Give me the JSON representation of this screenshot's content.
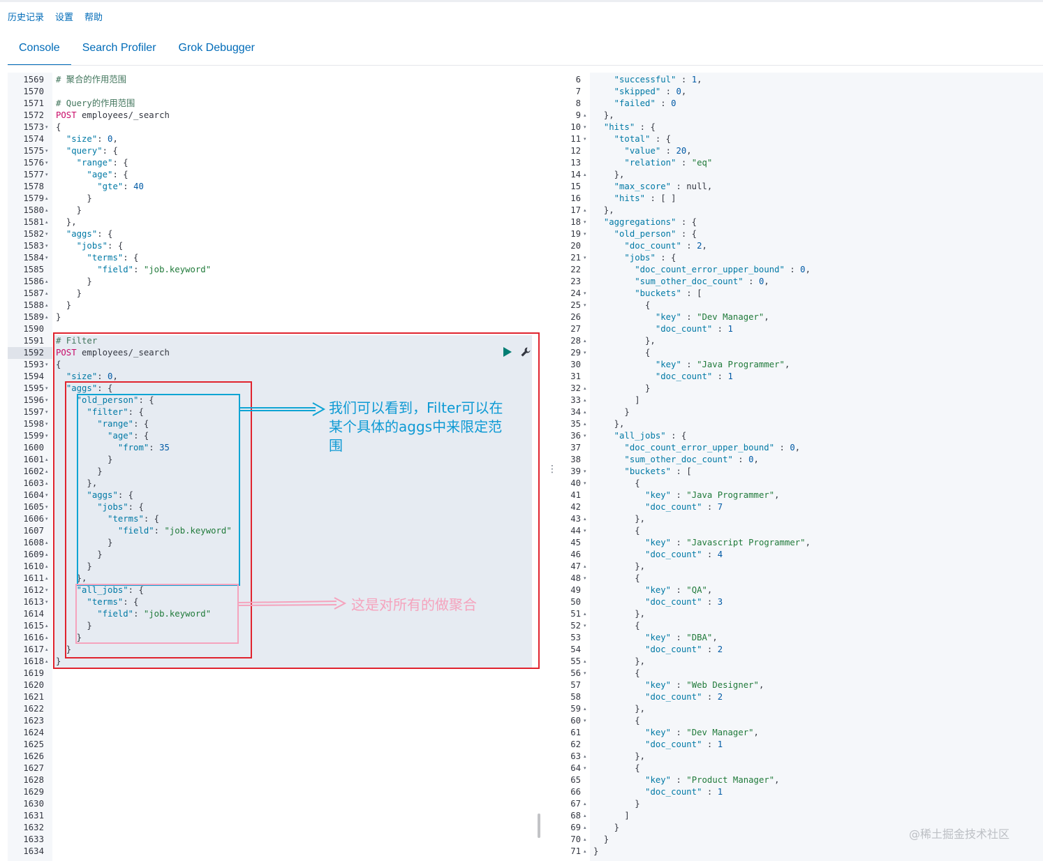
{
  "menu": [
    "历史记录",
    "设置",
    "帮助"
  ],
  "tabs": [
    {
      "label": "Console",
      "active": true
    },
    {
      "label": "Search Profiler",
      "active": false
    },
    {
      "label": "Grok Debugger",
      "active": false
    }
  ],
  "left_start_line": 1569,
  "left_lines": [
    [
      [
        "c-comment",
        "# 聚合的作用范围"
      ]
    ],
    [],
    [
      [
        "c-comment",
        "# Query的作用范围"
      ]
    ],
    [
      [
        "c-method",
        "POST"
      ],
      [
        "c-plain",
        " employees/_search"
      ]
    ],
    [
      [
        "c-plain",
        "{"
      ]
    ],
    [
      [
        "c-plain",
        "  "
      ],
      [
        "c-key",
        "\"size\""
      ],
      [
        "c-plain",
        ": "
      ],
      [
        "c-num",
        "0"
      ],
      [
        "c-plain",
        ","
      ]
    ],
    [
      [
        "c-plain",
        "  "
      ],
      [
        "c-key",
        "\"query\""
      ],
      [
        "c-plain",
        ": {"
      ]
    ],
    [
      [
        "c-plain",
        "    "
      ],
      [
        "c-key",
        "\"range\""
      ],
      [
        "c-plain",
        ": {"
      ]
    ],
    [
      [
        "c-plain",
        "      "
      ],
      [
        "c-key",
        "\"age\""
      ],
      [
        "c-plain",
        ": {"
      ]
    ],
    [
      [
        "c-plain",
        "        "
      ],
      [
        "c-key",
        "\"gte\""
      ],
      [
        "c-plain",
        ": "
      ],
      [
        "c-num",
        "40"
      ]
    ],
    [
      [
        "c-plain",
        "      }"
      ]
    ],
    [
      [
        "c-plain",
        "    }"
      ]
    ],
    [
      [
        "c-plain",
        "  },"
      ]
    ],
    [
      [
        "c-plain",
        "  "
      ],
      [
        "c-key",
        "\"aggs\""
      ],
      [
        "c-plain",
        ": {"
      ]
    ],
    [
      [
        "c-plain",
        "    "
      ],
      [
        "c-key",
        "\"jobs\""
      ],
      [
        "c-plain",
        ": {"
      ]
    ],
    [
      [
        "c-plain",
        "      "
      ],
      [
        "c-key",
        "\"terms\""
      ],
      [
        "c-plain",
        ": {"
      ]
    ],
    [
      [
        "c-plain",
        "        "
      ],
      [
        "c-key",
        "\"field\""
      ],
      [
        "c-plain",
        ": "
      ],
      [
        "c-str",
        "\"job.keyword\""
      ]
    ],
    [
      [
        "c-plain",
        "      }"
      ]
    ],
    [
      [
        "c-plain",
        "    }"
      ]
    ],
    [
      [
        "c-plain",
        "  }"
      ]
    ],
    [
      [
        "c-plain",
        "}"
      ]
    ],
    [],
    [
      [
        "c-comment",
        "# Filter"
      ]
    ],
    [
      [
        "c-method",
        "POST"
      ],
      [
        "c-plain",
        " employees/_search"
      ]
    ],
    [
      [
        "c-plain",
        "{"
      ]
    ],
    [
      [
        "c-plain",
        "  "
      ],
      [
        "c-key",
        "\"size\""
      ],
      [
        "c-plain",
        ": "
      ],
      [
        "c-num",
        "0"
      ],
      [
        "c-plain",
        ","
      ]
    ],
    [
      [
        "c-plain",
        "  "
      ],
      [
        "c-key",
        "\"aggs\""
      ],
      [
        "c-plain",
        ": {"
      ]
    ],
    [
      [
        "c-plain",
        "    "
      ],
      [
        "c-key",
        "\"old_person\""
      ],
      [
        "c-plain",
        ": {"
      ]
    ],
    [
      [
        "c-plain",
        "      "
      ],
      [
        "c-key",
        "\"filter\""
      ],
      [
        "c-plain",
        ": {"
      ]
    ],
    [
      [
        "c-plain",
        "        "
      ],
      [
        "c-key",
        "\"range\""
      ],
      [
        "c-plain",
        ": {"
      ]
    ],
    [
      [
        "c-plain",
        "          "
      ],
      [
        "c-key",
        "\"age\""
      ],
      [
        "c-plain",
        ": {"
      ]
    ],
    [
      [
        "c-plain",
        "            "
      ],
      [
        "c-key",
        "\"from\""
      ],
      [
        "c-plain",
        ": "
      ],
      [
        "c-num",
        "35"
      ]
    ],
    [
      [
        "c-plain",
        "          }"
      ]
    ],
    [
      [
        "c-plain",
        "        }"
      ]
    ],
    [
      [
        "c-plain",
        "      },"
      ]
    ],
    [
      [
        "c-plain",
        "      "
      ],
      [
        "c-key",
        "\"aggs\""
      ],
      [
        "c-plain",
        ": {"
      ]
    ],
    [
      [
        "c-plain",
        "        "
      ],
      [
        "c-key",
        "\"jobs\""
      ],
      [
        "c-plain",
        ": {"
      ]
    ],
    [
      [
        "c-plain",
        "          "
      ],
      [
        "c-key",
        "\"terms\""
      ],
      [
        "c-plain",
        ": {"
      ]
    ],
    [
      [
        "c-plain",
        "            "
      ],
      [
        "c-key",
        "\"field\""
      ],
      [
        "c-plain",
        ": "
      ],
      [
        "c-str",
        "\"job.keyword\""
      ]
    ],
    [
      [
        "c-plain",
        "          }"
      ]
    ],
    [
      [
        "c-plain",
        "        }"
      ]
    ],
    [
      [
        "c-plain",
        "      }"
      ]
    ],
    [
      [
        "c-plain",
        "    },"
      ]
    ],
    [
      [
        "c-plain",
        "    "
      ],
      [
        "c-key",
        "\"all_jobs\""
      ],
      [
        "c-plain",
        ": {"
      ]
    ],
    [
      [
        "c-plain",
        "      "
      ],
      [
        "c-key",
        "\"terms\""
      ],
      [
        "c-plain",
        ": {"
      ]
    ],
    [
      [
        "c-plain",
        "        "
      ],
      [
        "c-key",
        "\"field\""
      ],
      [
        "c-plain",
        ": "
      ],
      [
        "c-str",
        "\"job.keyword\""
      ]
    ],
    [
      [
        "c-plain",
        "      }"
      ]
    ],
    [
      [
        "c-plain",
        "    }"
      ]
    ],
    [
      [
        "c-plain",
        "  }"
      ]
    ],
    [
      [
        "c-plain",
        "}"
      ]
    ],
    [],
    [],
    [],
    [],
    [],
    [],
    [],
    [],
    [],
    [],
    [],
    [],
    [],
    [],
    [],
    []
  ],
  "left_folds": {
    "1573": "▾",
    "1575": "▾",
    "1576": "▾",
    "1577": "▾",
    "1579": "▴",
    "1580": "▴",
    "1581": "▴",
    "1582": "▾",
    "1583": "▾",
    "1584": "▾",
    "1586": "▴",
    "1587": "▴",
    "1588": "▴",
    "1589": "▴",
    "1593": "▾",
    "1595": "▾",
    "1596": "▾",
    "1597": "▾",
    "1598": "▾",
    "1599": "▾",
    "1601": "▴",
    "1602": "▴",
    "1603": "▴",
    "1604": "▾",
    "1605": "▾",
    "1606": "▾",
    "1608": "▴",
    "1609": "▴",
    "1610": "▴",
    "1611": "▴",
    "1612": "▾",
    "1613": "▾",
    "1615": "▴",
    "1616": "▴",
    "1617": "▴",
    "1618": "▴"
  },
  "right_start_line": 6,
  "right_lines": [
    [
      [
        "c-plain",
        "    "
      ],
      [
        "c-key",
        "\"successful\""
      ],
      [
        "c-plain",
        " : "
      ],
      [
        "c-num",
        "1"
      ],
      [
        "c-plain",
        ","
      ]
    ],
    [
      [
        "c-plain",
        "    "
      ],
      [
        "c-key",
        "\"skipped\""
      ],
      [
        "c-plain",
        " : "
      ],
      [
        "c-num",
        "0"
      ],
      [
        "c-plain",
        ","
      ]
    ],
    [
      [
        "c-plain",
        "    "
      ],
      [
        "c-key",
        "\"failed\""
      ],
      [
        "c-plain",
        " : "
      ],
      [
        "c-num",
        "0"
      ]
    ],
    [
      [
        "c-plain",
        "  },"
      ]
    ],
    [
      [
        "c-plain",
        "  "
      ],
      [
        "c-key",
        "\"hits\""
      ],
      [
        "c-plain",
        " : {"
      ]
    ],
    [
      [
        "c-plain",
        "    "
      ],
      [
        "c-key",
        "\"total\""
      ],
      [
        "c-plain",
        " : {"
      ]
    ],
    [
      [
        "c-plain",
        "      "
      ],
      [
        "c-key",
        "\"value\""
      ],
      [
        "c-plain",
        " : "
      ],
      [
        "c-num",
        "20"
      ],
      [
        "c-plain",
        ","
      ]
    ],
    [
      [
        "c-plain",
        "      "
      ],
      [
        "c-key",
        "\"relation\""
      ],
      [
        "c-plain",
        " : "
      ],
      [
        "c-str",
        "\"eq\""
      ]
    ],
    [
      [
        "c-plain",
        "    },"
      ]
    ],
    [
      [
        "c-plain",
        "    "
      ],
      [
        "c-key",
        "\"max_score\""
      ],
      [
        "c-plain",
        " : null,"
      ]
    ],
    [
      [
        "c-plain",
        "    "
      ],
      [
        "c-key",
        "\"hits\""
      ],
      [
        "c-plain",
        " : [ ]"
      ]
    ],
    [
      [
        "c-plain",
        "  },"
      ]
    ],
    [
      [
        "c-plain",
        "  "
      ],
      [
        "c-key",
        "\"aggregations\""
      ],
      [
        "c-plain",
        " : {"
      ]
    ],
    [
      [
        "c-plain",
        "    "
      ],
      [
        "c-key",
        "\"old_person\""
      ],
      [
        "c-plain",
        " : {"
      ]
    ],
    [
      [
        "c-plain",
        "      "
      ],
      [
        "c-key",
        "\"doc_count\""
      ],
      [
        "c-plain",
        " : "
      ],
      [
        "c-num",
        "2"
      ],
      [
        "c-plain",
        ","
      ]
    ],
    [
      [
        "c-plain",
        "      "
      ],
      [
        "c-key",
        "\"jobs\""
      ],
      [
        "c-plain",
        " : {"
      ]
    ],
    [
      [
        "c-plain",
        "        "
      ],
      [
        "c-key",
        "\"doc_count_error_upper_bound\""
      ],
      [
        "c-plain",
        " : "
      ],
      [
        "c-num",
        "0"
      ],
      [
        "c-plain",
        ","
      ]
    ],
    [
      [
        "c-plain",
        "        "
      ],
      [
        "c-key",
        "\"sum_other_doc_count\""
      ],
      [
        "c-plain",
        " : "
      ],
      [
        "c-num",
        "0"
      ],
      [
        "c-plain",
        ","
      ]
    ],
    [
      [
        "c-plain",
        "        "
      ],
      [
        "c-key",
        "\"buckets\""
      ],
      [
        "c-plain",
        " : ["
      ]
    ],
    [
      [
        "c-plain",
        "          {"
      ]
    ],
    [
      [
        "c-plain",
        "            "
      ],
      [
        "c-key",
        "\"key\""
      ],
      [
        "c-plain",
        " : "
      ],
      [
        "c-str",
        "\"Dev Manager\""
      ],
      [
        "c-plain",
        ","
      ]
    ],
    [
      [
        "c-plain",
        "            "
      ],
      [
        "c-key",
        "\"doc_count\""
      ],
      [
        "c-plain",
        " : "
      ],
      [
        "c-num",
        "1"
      ]
    ],
    [
      [
        "c-plain",
        "          },"
      ]
    ],
    [
      [
        "c-plain",
        "          {"
      ]
    ],
    [
      [
        "c-plain",
        "            "
      ],
      [
        "c-key",
        "\"key\""
      ],
      [
        "c-plain",
        " : "
      ],
      [
        "c-str",
        "\"Java Programmer\""
      ],
      [
        "c-plain",
        ","
      ]
    ],
    [
      [
        "c-plain",
        "            "
      ],
      [
        "c-key",
        "\"doc_count\""
      ],
      [
        "c-plain",
        " : "
      ],
      [
        "c-num",
        "1"
      ]
    ],
    [
      [
        "c-plain",
        "          }"
      ]
    ],
    [
      [
        "c-plain",
        "        ]"
      ]
    ],
    [
      [
        "c-plain",
        "      }"
      ]
    ],
    [
      [
        "c-plain",
        "    },"
      ]
    ],
    [
      [
        "c-plain",
        "    "
      ],
      [
        "c-key",
        "\"all_jobs\""
      ],
      [
        "c-plain",
        " : {"
      ]
    ],
    [
      [
        "c-plain",
        "      "
      ],
      [
        "c-key",
        "\"doc_count_error_upper_bound\""
      ],
      [
        "c-plain",
        " : "
      ],
      [
        "c-num",
        "0"
      ],
      [
        "c-plain",
        ","
      ]
    ],
    [
      [
        "c-plain",
        "      "
      ],
      [
        "c-key",
        "\"sum_other_doc_count\""
      ],
      [
        "c-plain",
        " : "
      ],
      [
        "c-num",
        "0"
      ],
      [
        "c-plain",
        ","
      ]
    ],
    [
      [
        "c-plain",
        "      "
      ],
      [
        "c-key",
        "\"buckets\""
      ],
      [
        "c-plain",
        " : ["
      ]
    ],
    [
      [
        "c-plain",
        "        {"
      ]
    ],
    [
      [
        "c-plain",
        "          "
      ],
      [
        "c-key",
        "\"key\""
      ],
      [
        "c-plain",
        " : "
      ],
      [
        "c-str",
        "\"Java Programmer\""
      ],
      [
        "c-plain",
        ","
      ]
    ],
    [
      [
        "c-plain",
        "          "
      ],
      [
        "c-key",
        "\"doc_count\""
      ],
      [
        "c-plain",
        " : "
      ],
      [
        "c-num",
        "7"
      ]
    ],
    [
      [
        "c-plain",
        "        },"
      ]
    ],
    [
      [
        "c-plain",
        "        {"
      ]
    ],
    [
      [
        "c-plain",
        "          "
      ],
      [
        "c-key",
        "\"key\""
      ],
      [
        "c-plain",
        " : "
      ],
      [
        "c-str",
        "\"Javascript Programmer\""
      ],
      [
        "c-plain",
        ","
      ]
    ],
    [
      [
        "c-plain",
        "          "
      ],
      [
        "c-key",
        "\"doc_count\""
      ],
      [
        "c-plain",
        " : "
      ],
      [
        "c-num",
        "4"
      ]
    ],
    [
      [
        "c-plain",
        "        },"
      ]
    ],
    [
      [
        "c-plain",
        "        {"
      ]
    ],
    [
      [
        "c-plain",
        "          "
      ],
      [
        "c-key",
        "\"key\""
      ],
      [
        "c-plain",
        " : "
      ],
      [
        "c-str",
        "\"QA\""
      ],
      [
        "c-plain",
        ","
      ]
    ],
    [
      [
        "c-plain",
        "          "
      ],
      [
        "c-key",
        "\"doc_count\""
      ],
      [
        "c-plain",
        " : "
      ],
      [
        "c-num",
        "3"
      ]
    ],
    [
      [
        "c-plain",
        "        },"
      ]
    ],
    [
      [
        "c-plain",
        "        {"
      ]
    ],
    [
      [
        "c-plain",
        "          "
      ],
      [
        "c-key",
        "\"key\""
      ],
      [
        "c-plain",
        " : "
      ],
      [
        "c-str",
        "\"DBA\""
      ],
      [
        "c-plain",
        ","
      ]
    ],
    [
      [
        "c-plain",
        "          "
      ],
      [
        "c-key",
        "\"doc_count\""
      ],
      [
        "c-plain",
        " : "
      ],
      [
        "c-num",
        "2"
      ]
    ],
    [
      [
        "c-plain",
        "        },"
      ]
    ],
    [
      [
        "c-plain",
        "        {"
      ]
    ],
    [
      [
        "c-plain",
        "          "
      ],
      [
        "c-key",
        "\"key\""
      ],
      [
        "c-plain",
        " : "
      ],
      [
        "c-str",
        "\"Web Designer\""
      ],
      [
        "c-plain",
        ","
      ]
    ],
    [
      [
        "c-plain",
        "          "
      ],
      [
        "c-key",
        "\"doc_count\""
      ],
      [
        "c-plain",
        " : "
      ],
      [
        "c-num",
        "2"
      ]
    ],
    [
      [
        "c-plain",
        "        },"
      ]
    ],
    [
      [
        "c-plain",
        "        {"
      ]
    ],
    [
      [
        "c-plain",
        "          "
      ],
      [
        "c-key",
        "\"key\""
      ],
      [
        "c-plain",
        " : "
      ],
      [
        "c-str",
        "\"Dev Manager\""
      ],
      [
        "c-plain",
        ","
      ]
    ],
    [
      [
        "c-plain",
        "          "
      ],
      [
        "c-key",
        "\"doc_count\""
      ],
      [
        "c-plain",
        " : "
      ],
      [
        "c-num",
        "1"
      ]
    ],
    [
      [
        "c-plain",
        "        },"
      ]
    ],
    [
      [
        "c-plain",
        "        {"
      ]
    ],
    [
      [
        "c-plain",
        "          "
      ],
      [
        "c-key",
        "\"key\""
      ],
      [
        "c-plain",
        " : "
      ],
      [
        "c-str",
        "\"Product Manager\""
      ],
      [
        "c-plain",
        ","
      ]
    ],
    [
      [
        "c-plain",
        "          "
      ],
      [
        "c-key",
        "\"doc_count\""
      ],
      [
        "c-plain",
        " : "
      ],
      [
        "c-num",
        "1"
      ]
    ],
    [
      [
        "c-plain",
        "        }"
      ]
    ],
    [
      [
        "c-plain",
        "      ]"
      ]
    ],
    [
      [
        "c-plain",
        "    }"
      ]
    ],
    [
      [
        "c-plain",
        "  }"
      ]
    ],
    [
      [
        "c-plain",
        "}"
      ]
    ]
  ],
  "right_folds": {
    "9": "▴",
    "10": "▾",
    "11": "▾",
    "14": "▴",
    "17": "▴",
    "18": "▾",
    "19": "▾",
    "21": "▾",
    "24": "▾",
    "25": "▾",
    "28": "▴",
    "29": "▾",
    "32": "▴",
    "33": "▴",
    "34": "▴",
    "35": "▴",
    "36": "▾",
    "39": "▾",
    "40": "▾",
    "43": "▴",
    "44": "▾",
    "47": "▴",
    "48": "▾",
    "51": "▴",
    "52": "▾",
    "55": "▴",
    "56": "▾",
    "59": "▴",
    "60": "▾",
    "63": "▴",
    "64": "▾",
    "67": "▴",
    "68": "▴",
    "69": "▴",
    "70": "▴",
    "71": "▴"
  },
  "annotations": {
    "blue_note": "我们可以看到，Filter可以在某个具体的aggs中来限定范围",
    "pink_note": "这是对所有的做聚合"
  },
  "colors": {
    "red_box": "#e0232e",
    "blue_box": "#0ea4d4",
    "pink_box": "#f5a3bd",
    "accent": "#006bb8"
  },
  "watermark": "@稀土掘金技术社区"
}
